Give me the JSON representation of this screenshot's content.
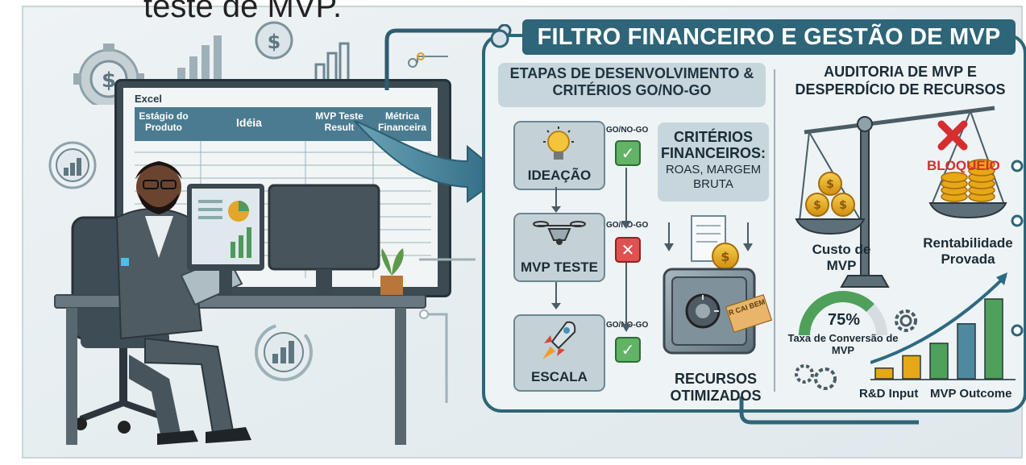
{
  "top_caption": "teste de MVP.",
  "excel": {
    "title": "Excel",
    "columns": [
      "Estágio do Produto",
      "Idéia",
      "MVP Teste Result",
      "Métrica Financeira"
    ]
  },
  "heading": "FILTRO FINANCEIRO E GESTÃO DE MVP",
  "stages_section": {
    "title": "ETAPAS DE DESENVOLVIMENTO & CRITÉRIOS GO/NO-GO",
    "stages": [
      {
        "label": "IDEAÇÃO",
        "icon": "lightbulb-icon"
      },
      {
        "label": "MVP TESTE",
        "icon": "drone-icon"
      },
      {
        "label": "ESCALA",
        "icon": "rocket-icon"
      }
    ],
    "gates": [
      {
        "label": "GO/NO-GO",
        "result": "check"
      },
      {
        "label": "GO/NO-GO",
        "result": "cross"
      },
      {
        "label": "GO/NO-GO",
        "result": "check"
      }
    ],
    "criteria": {
      "title": "CRITÉRIOS FINANCEIROS:",
      "items": "ROAS, MARGEM BRUTA"
    },
    "safe_tag": "R CAI BEM",
    "resources": "RECURSOS OTIMIZADOS"
  },
  "audit_section": {
    "title": "AUDITORIA DE MVP E DESPERDÍCIO DE RECURSOS",
    "blocked": "BLOQUEIO",
    "mvp_cost": "Custo de MVP",
    "profitability": "Rentabilidade Provada",
    "gauge": {
      "value": "75%",
      "label": "Taxa de Conversão de MVP",
      "fraction": 0.75
    },
    "bars_labels": [
      "R&D Input",
      "MVP Outcome"
    ],
    "bar_heights": [
      0.12,
      0.26,
      0.4,
      0.62,
      0.9
    ]
  },
  "colors": {
    "heading": "#2e6578",
    "tag": "#c6d6dc",
    "accent_red": "#d62e2e",
    "gold": "#e6a817",
    "green": "#4ea05a",
    "teal": "#4d8aa0"
  }
}
